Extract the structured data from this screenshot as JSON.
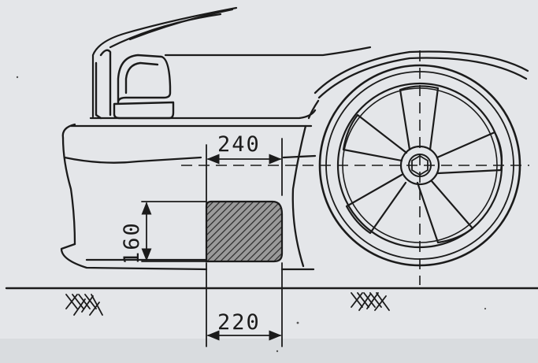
{
  "colors": {
    "paper": "#e4e6e9",
    "ink": "#1b1b1b",
    "hatch_fill": "#8a8a8a"
  },
  "dimensions": {
    "top_width": "240",
    "height": "160",
    "bottom_width": "220"
  }
}
